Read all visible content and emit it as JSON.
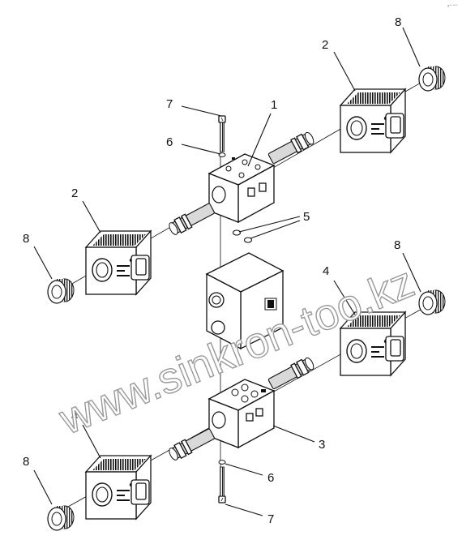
{
  "watermark": "www.sinkron-too.kz",
  "corner_code": "g** ****",
  "callouts": {
    "c1": "1",
    "c2_top": "2",
    "c2_left": "2",
    "c3": "3",
    "c4_right": "4",
    "c4_left": "4",
    "c5": "5",
    "c6_top": "6",
    "c6_bottom": "6",
    "c7_top": "7",
    "c7_bottom": "7",
    "c8_top": "8",
    "c8_left_top": "8",
    "c8_right_mid": "8",
    "c8_left_bottom": "8"
  }
}
